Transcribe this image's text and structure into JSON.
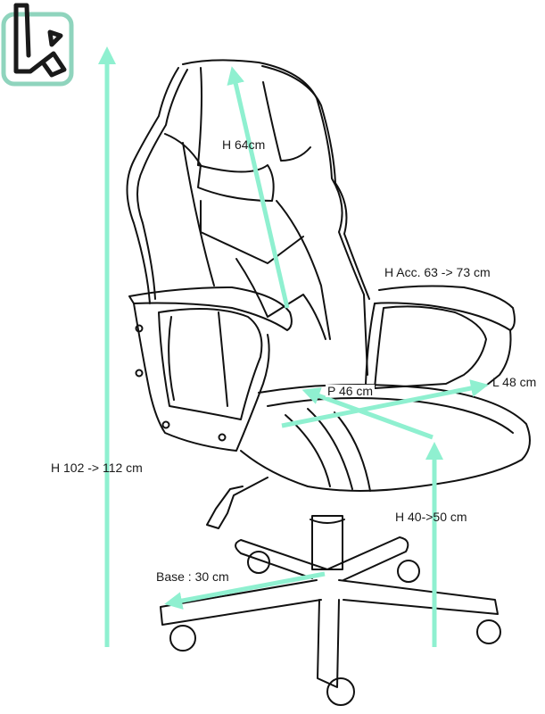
{
  "logo": {
    "letter": "k",
    "frame_color": "#8fd4bd",
    "glyph_color": "#1a1a1a"
  },
  "colors": {
    "accent": "#8ff0d0",
    "line": "#111111",
    "text": "#1a1a1a",
    "background": "#ffffff"
  },
  "dimensions": {
    "total_height": "H 102 -> 112 cm",
    "backrest_height": "H 64cm",
    "armrest_height": "H Acc. 63 -> 73 cm",
    "seat_depth": "P 46 cm",
    "seat_width": "L 48 cm",
    "seat_height": "H 40->50 cm",
    "base": "Base : 30 cm"
  }
}
